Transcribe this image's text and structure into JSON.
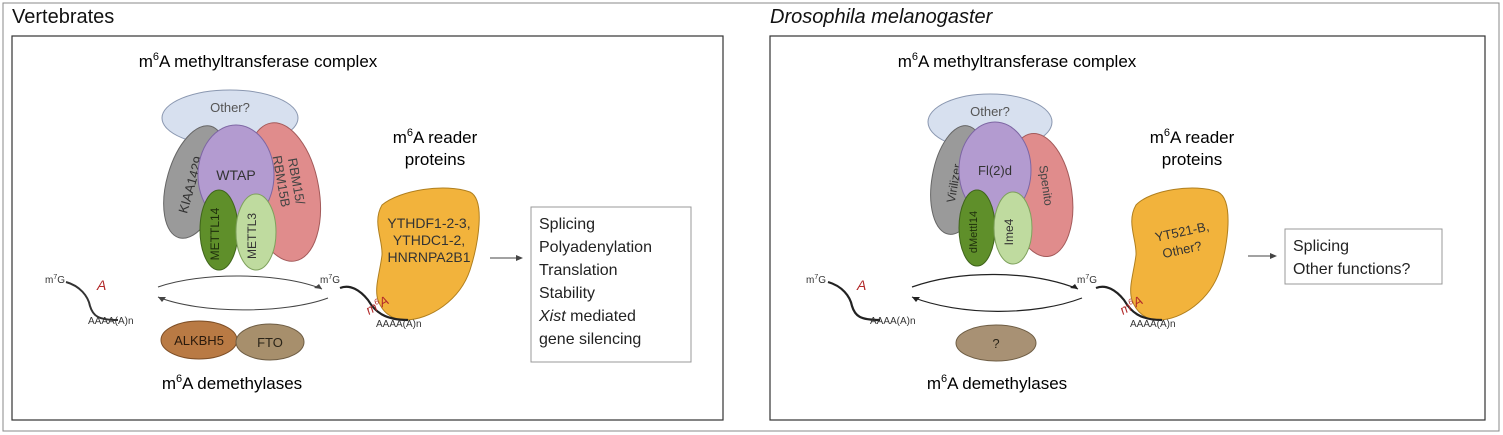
{
  "colors": {
    "other": "#d7e0ef",
    "kiaa": "#9a9a9a",
    "wtap": "#b39bd0",
    "rbm": "#e08c8c",
    "mettl14": "#5f8f2a",
    "mettl3": "#bfdb9f",
    "reader": "#f2b33c",
    "alkbh5": "#b97a44",
    "fto": "#a78f6c",
    "unknown_demethylase": "#a89174",
    "m6a_red": "#b22a2a"
  },
  "left": {
    "title": "Vertebrates",
    "complex_label": "m6A methyltransferase complex",
    "other": "Other?",
    "kiaa": "KIAA1429",
    "wtap": "WTAP",
    "rbm_line1": "RBM15/",
    "rbm_line2": "RBM15B",
    "mettl14": "METTL14",
    "mettl3": "METTL3",
    "reader_label_line1": "m6A reader",
    "reader_label_line2": "proteins",
    "reader_line1": "YTHDF1-2-3,",
    "reader_line2": "YTHDC1-2,",
    "reader_line3": "HNRNPA2B1",
    "functions": [
      "Splicing",
      "Polyadenylation",
      "Translation",
      "Stability",
      "Xist mediated",
      "gene silencing"
    ],
    "m7g_left": "m7G",
    "m7g_right": "m7G",
    "a_label": "A",
    "m6a_tag": "m6A",
    "poly_left": "AAAA(A)n",
    "poly_right": "AAAA(A)n",
    "demethylase_1": "ALKBH5",
    "demethylase_2": "FTO",
    "demethylase_label": "m6A demethylases"
  },
  "right": {
    "title": "Drosophila melanogaster",
    "complex_label": "m6A methyltransferase complex",
    "other": "Other?",
    "virilizer": "Virilizer",
    "fl2d": "Fl(2)d",
    "spenito": "Spenito",
    "dmettl14": "dMettl14",
    "ime4": "Ime4",
    "reader_label_line1": "m6A reader",
    "reader_label_line2": "proteins",
    "reader_line1": "YT521-B,",
    "reader_line2": "Other?",
    "functions": [
      "Splicing",
      "Other functions?"
    ],
    "m7g_left": "m7G",
    "m7g_right": "m7G",
    "a_label": "A",
    "m6a_tag": "m6A",
    "poly_left": "AAAA(A)n",
    "poly_right": "AAAA(A)n",
    "demethylase_1": "?",
    "demethylase_label": "m6A demethylases"
  }
}
